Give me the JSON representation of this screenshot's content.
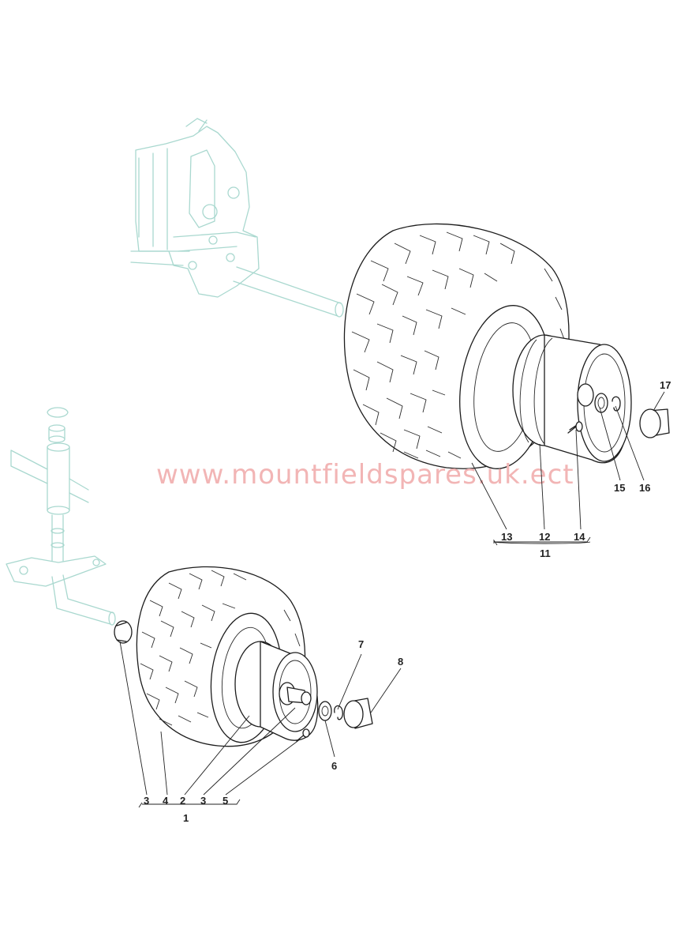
{
  "watermark": "www.mountfieldspares.uk.ect",
  "callouts": {
    "c1": "1",
    "c2": "2",
    "c3a": "3",
    "c3b": "3",
    "c4": "4",
    "c5": "5",
    "c6": "6",
    "c7": "7",
    "c8": "8",
    "c11": "11",
    "c12": "12",
    "c13": "13",
    "c14": "14",
    "c15": "15",
    "c16": "16",
    "c17": "17"
  },
  "colors": {
    "background_context_parts": "#a9d8cf",
    "watermark": "#f2b5b5",
    "line_art": "#1d1d1d"
  }
}
